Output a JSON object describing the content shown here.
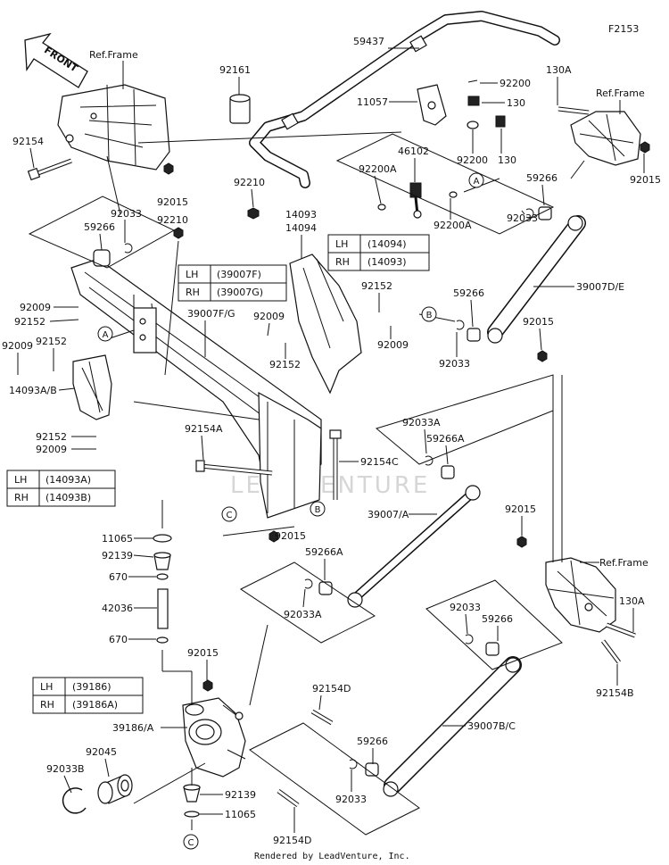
{
  "diagram_id": "F2153",
  "footer": "Rendered by LeadVenture, Inc.",
  "watermark": "LEADVENTURE",
  "front_arrow": "FRONT",
  "ref_frame": "Ref.Frame",
  "labels": {
    "p59437": "59437",
    "p92161": "92161",
    "p92154_tl": "92154",
    "p92015_a": "92015",
    "p92033_a": "92033",
    "p92210_a": "92210",
    "p59266_a": "59266",
    "p11057": "11057",
    "p92200_a": "92200",
    "p130_a": "130",
    "p92200_b": "92200",
    "p130_b": "130",
    "p46102": "46102",
    "p92200A_a": "92200A",
    "p92200A_b": "92200A",
    "p92210_b": "92210",
    "p130A_a": "130A",
    "p92015_b": "92015",
    "p59266_b": "59266",
    "p92033_b": "92033",
    "p39007DE": "39007D/E",
    "p14093": "14093",
    "p14094": "14094",
    "p92152_a": "92152",
    "p92009_a": "92009",
    "p92009_b": "92009",
    "p92152_b": "92152",
    "p92009_l1": "92009",
    "p92152_l1": "92152",
    "p92009_l2": "92009",
    "p92152_l2": "92152",
    "p39007FG": "39007F/G",
    "p59266_c": "59266",
    "p92015_c": "92015",
    "p92033_c": "92033",
    "p14093AB": "14093A/B",
    "p92152_l3": "92152",
    "p92009_l3": "92009",
    "p92033A_a": "92033A",
    "p59266A_a": "59266A",
    "p92154A": "92154A",
    "p92154C": "92154C",
    "p39007A": "39007/A",
    "p11065_a": "11065",
    "p92139_a": "92139",
    "p670_a": "670",
    "p42036": "42036",
    "p670_b": "670",
    "p92015_d": "92015",
    "p59266A_b": "59266A",
    "p92033A_b": "92033A",
    "p92015_e": "92015",
    "p130A_b": "130A",
    "p92033_d": "92033",
    "p59266_d": "59266",
    "p92154B": "92154B",
    "p92015_f": "92015",
    "p92154D_a": "92154D",
    "p39186A": "39186/A",
    "p92045": "92045",
    "p92033B": "92033B",
    "p39007BC": "39007B/C",
    "p59266_e": "59266",
    "p92033_e": "92033",
    "p92139_b": "92139",
    "p11065_b": "11065",
    "p92154D_b": "92154D"
  },
  "callouts": {
    "A": "A",
    "B": "B",
    "C": "C"
  },
  "tables": {
    "t14094": {
      "rows": [
        [
          "LH",
          "(14094)"
        ],
        [
          "RH",
          "(14093)"
        ]
      ]
    },
    "t39007": {
      "rows": [
        [
          "LH",
          "(39007F)"
        ],
        [
          "RH",
          "(39007G)"
        ]
      ]
    },
    "t14093A": {
      "rows": [
        [
          "LH",
          "(14093A)"
        ],
        [
          "RH",
          "(14093B)"
        ]
      ]
    },
    "t39186": {
      "rows": [
        [
          "LH",
          "(39186)"
        ],
        [
          "RH",
          "(39186A)"
        ]
      ]
    }
  }
}
